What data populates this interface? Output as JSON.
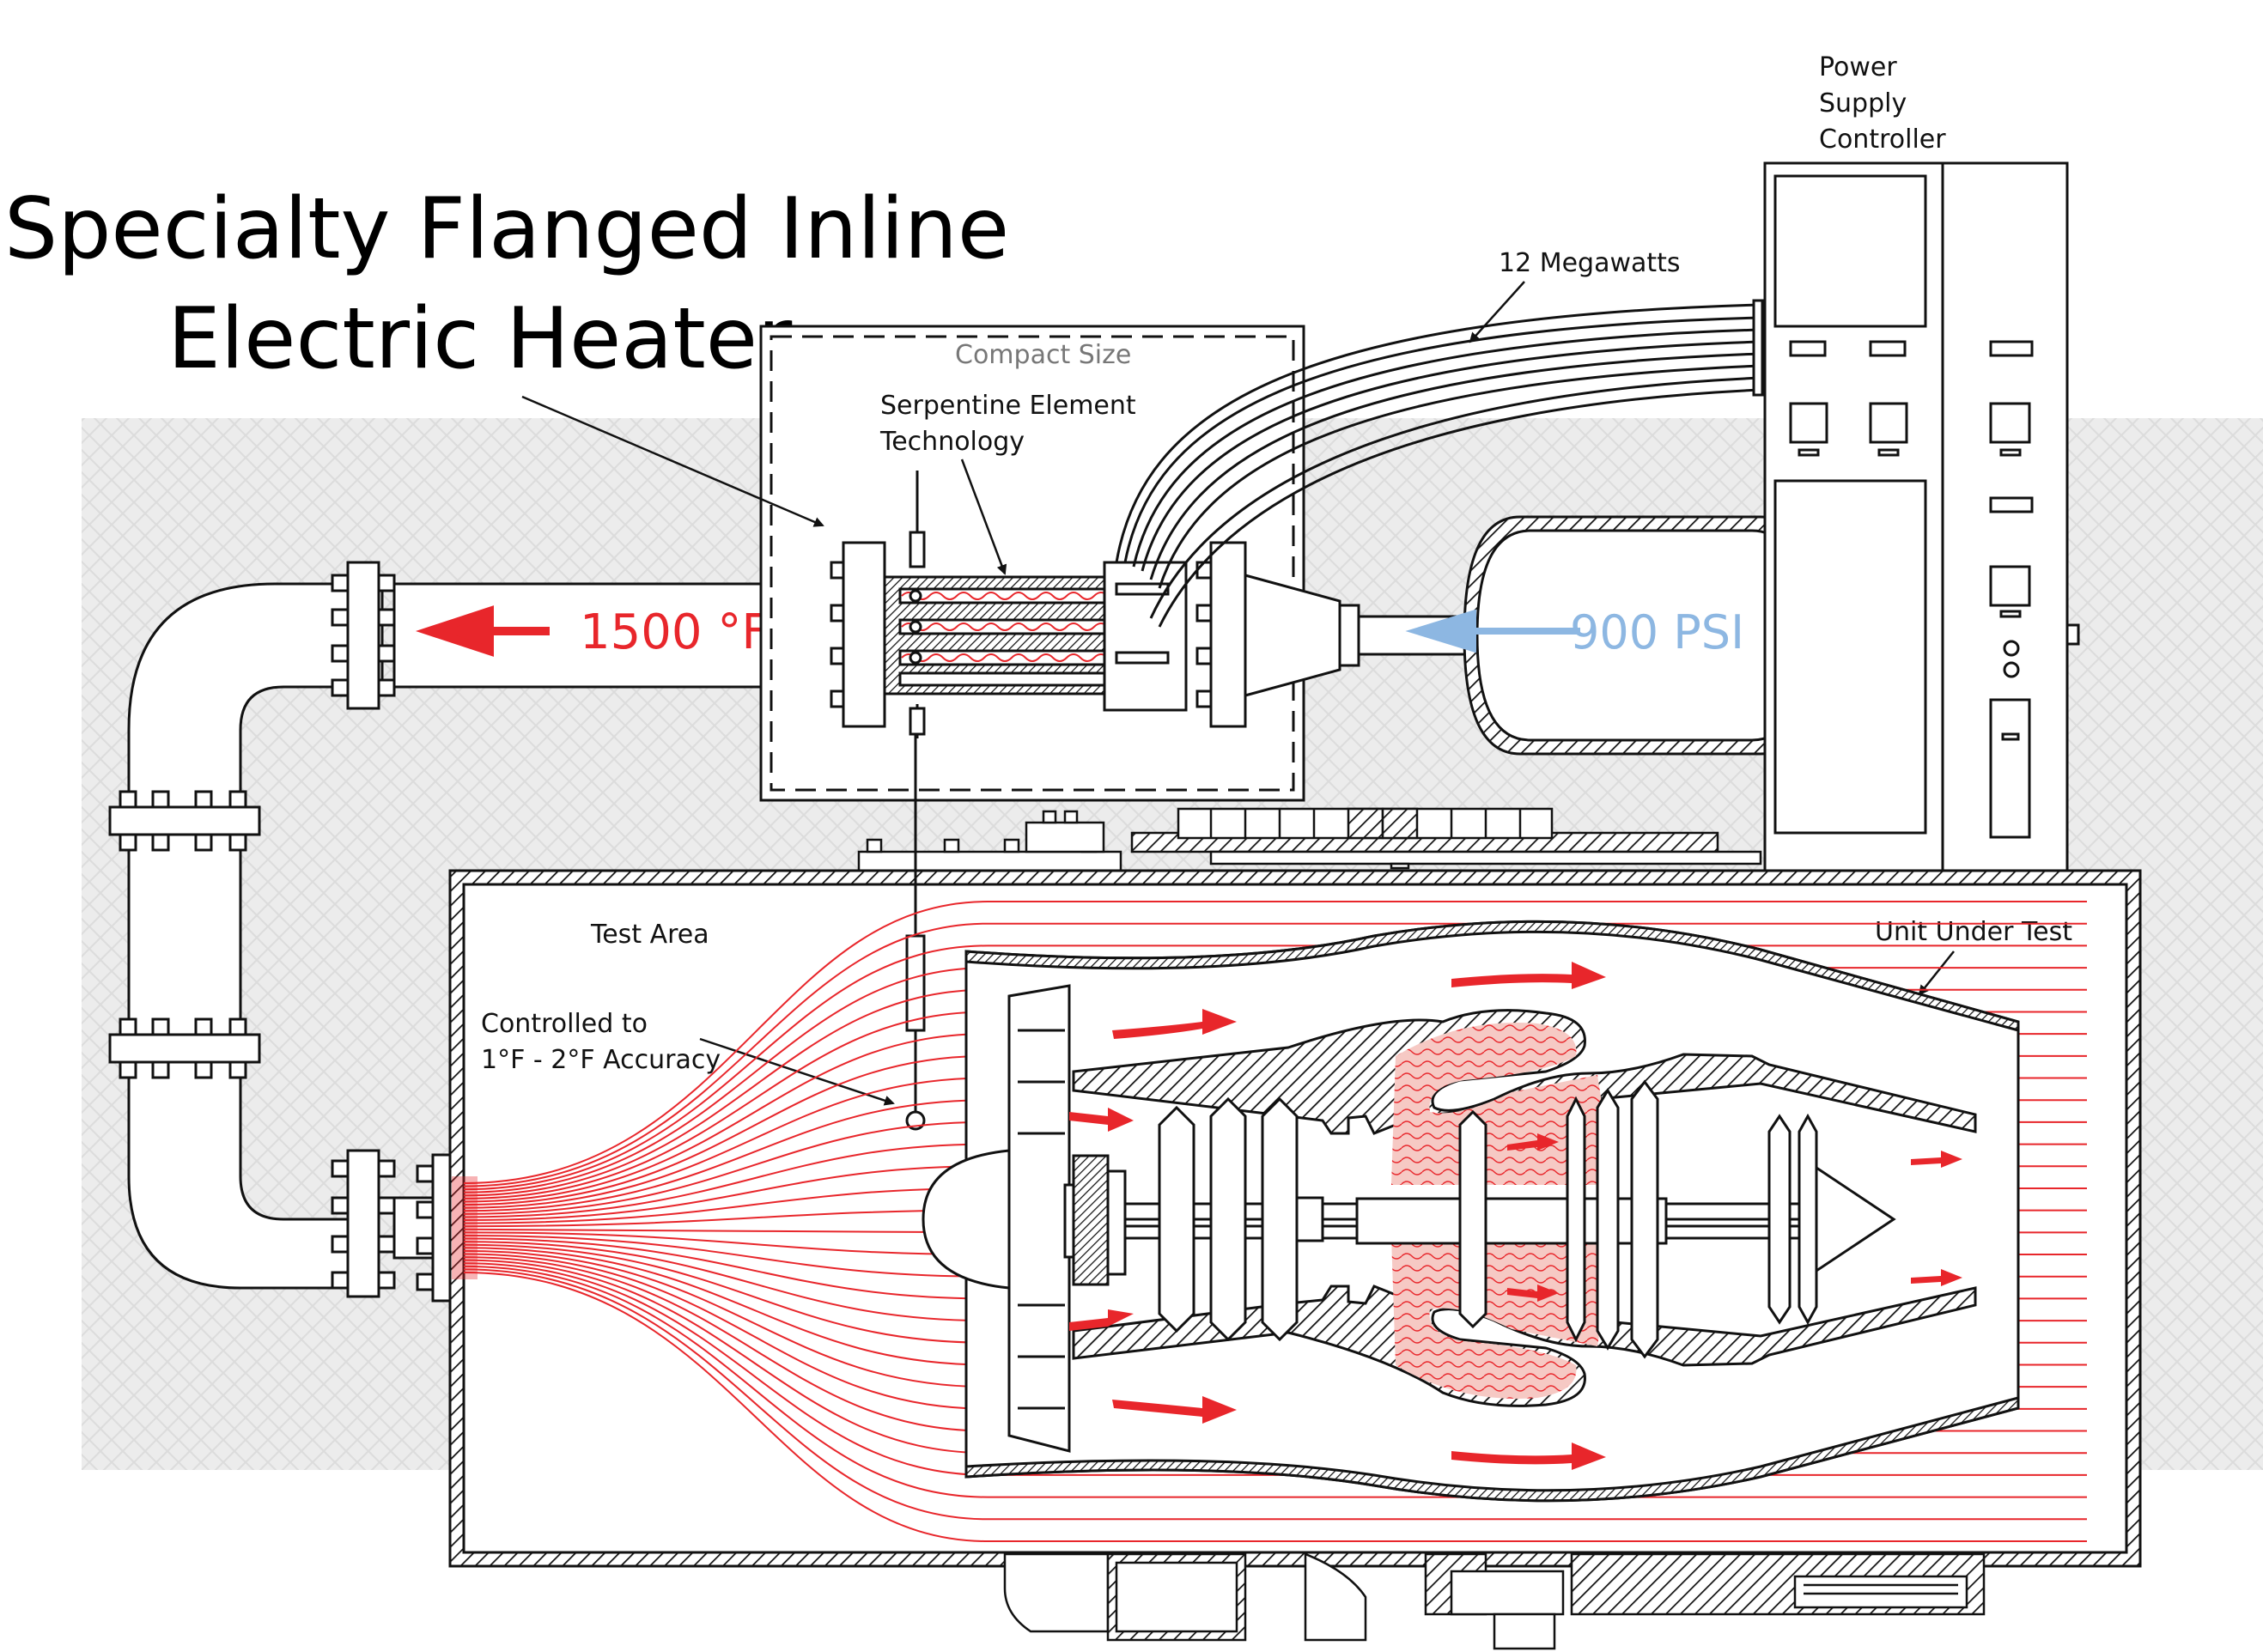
{
  "title": {
    "line1": "Specialty Flanged Inline",
    "line2": "Electric Heater"
  },
  "labels": {
    "power_supply": [
      "Power",
      "Supply",
      "Controller"
    ],
    "megawatts": "12 Megawatts",
    "compact_size": "Compact Size",
    "serpentine": [
      "Serpentine Element",
      "Technology"
    ],
    "temperature": "1500 °F",
    "pressure": "900 PSI",
    "test_area": "Test Area",
    "controlled": [
      "Controlled to",
      "1°F - 2°F Accuracy"
    ],
    "unit_under_test": "Unit Under Test"
  },
  "colors": {
    "heat_red": "#e8262b",
    "pressure_blue": "#8db7e2",
    "hot_zone_fill": "#f6c9c4",
    "compact_size_gray": "#777777",
    "background_pattern": "#e2e2e2"
  }
}
